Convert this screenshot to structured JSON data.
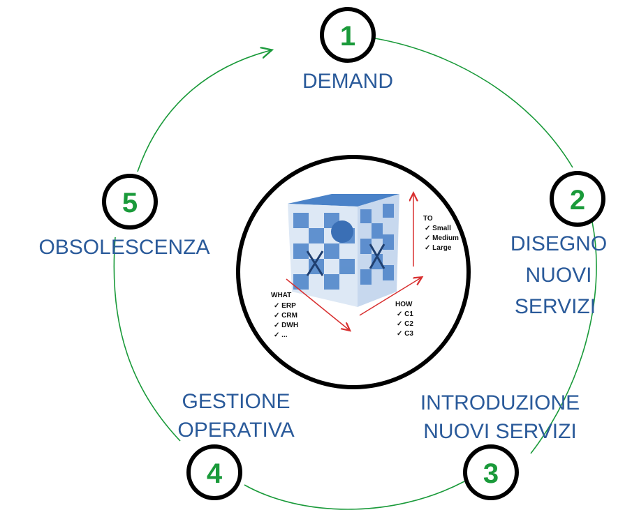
{
  "steps": [
    {
      "number": "1",
      "label_lines": [
        "DEMAND"
      ]
    },
    {
      "number": "2",
      "label_lines": [
        "DISEGNO",
        "NUOVI",
        "SERVIZI"
      ]
    },
    {
      "number": "3",
      "label_lines": [
        "INTRODUZIONE",
        "NUOVI SERVIZI"
      ]
    },
    {
      "number": "4",
      "label_lines": [
        "GESTIONE",
        "OPERATIVA"
      ]
    },
    {
      "number": "5",
      "label_lines": [
        "OBSOLESCENZA"
      ]
    }
  ],
  "cube": {
    "what": {
      "title": "WHAT",
      "items": [
        "ERP",
        "CRM",
        "DWH",
        "..."
      ]
    },
    "how": {
      "title": "HOW",
      "items": [
        "C1",
        "C2",
        "C3"
      ]
    },
    "to": {
      "title": "TO",
      "items": [
        "Small",
        "Medium",
        "Large"
      ]
    }
  },
  "colors": {
    "cycle_line": "#1a9a3a",
    "step_number": "#1a9a3a",
    "label_text": "#2a5a9a",
    "circle_border": "#000000",
    "axis_arrow": "#d83030",
    "cube_light": "#dde8f5",
    "cube_dark": "#4a82c8"
  }
}
